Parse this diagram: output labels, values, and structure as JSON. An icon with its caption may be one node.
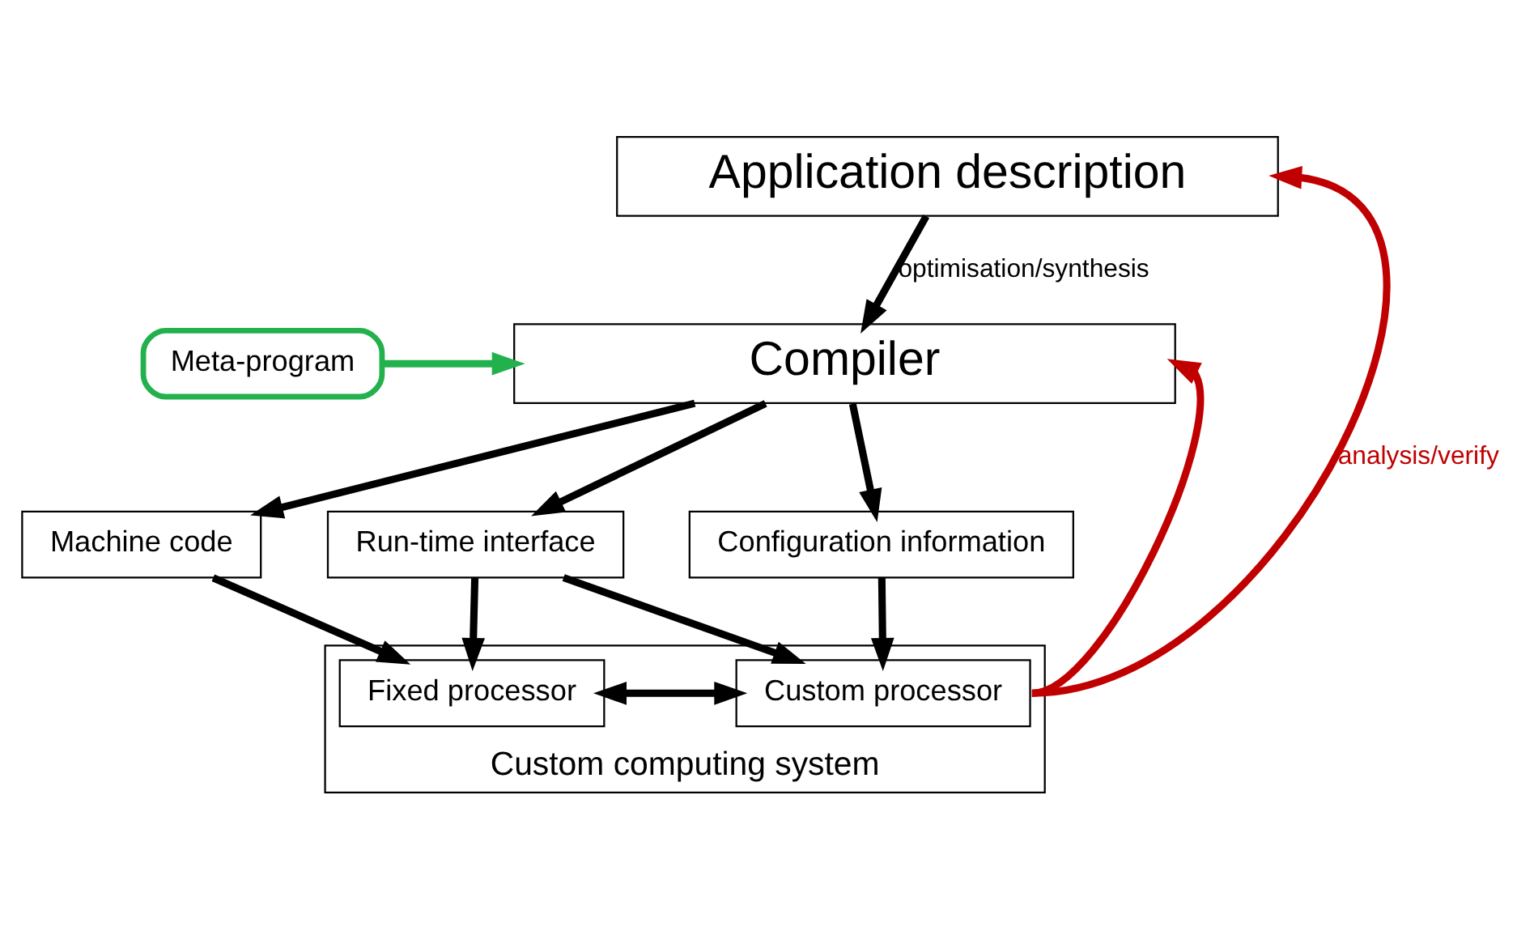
{
  "diagram": {
    "nodes": [
      {
        "text": [
          "Application description"
        ]
      },
      {
        "text": [
          "Meta-program"
        ]
      },
      {
        "text": [
          "Compiler"
        ]
      },
      {
        "text": [
          "Machine code"
        ]
      },
      {
        "text": [
          "Run-time interface"
        ]
      },
      {
        "text": [
          "Configuration information"
        ]
      },
      {
        "text": [
          "Custom computing system"
        ]
      },
      {
        "text": [
          "Fixed processor"
        ],
        "in": 6
      },
      {
        "text": [
          "Custom processor"
        ],
        "in": 6
      }
    ],
    "edges": [
      {
        "from": 0,
        "to": 2,
        "arrow": "to",
        "label": "optimisation/synthesis"
      },
      {
        "from": 1,
        "to": 2,
        "arrow": "to",
        "color": "#22b14c"
      },
      {
        "from": 2,
        "to": 3,
        "arrow": "to"
      },
      {
        "from": 2,
        "to": 4,
        "arrow": "to"
      },
      {
        "from": 2,
        "to": 5,
        "arrow": "to"
      },
      {
        "from": 3,
        "to": 7,
        "arrow": "to"
      },
      {
        "from": 4,
        "to": 7,
        "arrow": "to"
      },
      {
        "from": 4,
        "to": 8,
        "arrow": "to"
      },
      {
        "from": 5,
        "to": 8,
        "arrow": "to"
      },
      {
        "from": 7,
        "to": 8,
        "arrow": "both"
      },
      {
        "from": 8,
        "to": 0,
        "arrow": "to",
        "color": "#c00000",
        "label": "analysis/verify"
      },
      {
        "from": 8,
        "to": 2,
        "arrow": "to",
        "color": "#c00000"
      }
    ]
  }
}
